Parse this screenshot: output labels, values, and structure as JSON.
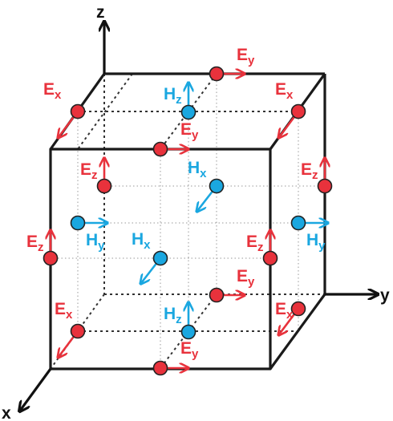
{
  "axes": {
    "x": "x",
    "y": "y",
    "z": "z"
  },
  "colors": {
    "e_field": "#e8323c",
    "h_field": "#1aa7e0",
    "edge": "#1a1a1a",
    "hidden": "#333333",
    "grid": "#9a9a9a"
  },
  "e_nodes": [
    {
      "id": "ex-top-back",
      "base": "E",
      "sub": "x"
    },
    {
      "id": "ey-top-back",
      "base": "E",
      "sub": "y"
    },
    {
      "id": "ex-top-right",
      "base": "E",
      "sub": "x"
    },
    {
      "id": "ey-top-front",
      "base": "E",
      "sub": "y"
    },
    {
      "id": "ez-left-back",
      "base": "E",
      "sub": "z"
    },
    {
      "id": "ez-right-back",
      "base": "E",
      "sub": "z"
    },
    {
      "id": "ez-left-front",
      "base": "E",
      "sub": "z"
    },
    {
      "id": "ez-right-front",
      "base": "E",
      "sub": "z"
    },
    {
      "id": "ey-bottom-back",
      "base": "E",
      "sub": "y"
    },
    {
      "id": "ex-bottom-back",
      "base": "E",
      "sub": "x"
    },
    {
      "id": "ex-bottom-right",
      "base": "E",
      "sub": "x"
    },
    {
      "id": "ey-bottom-front",
      "base": "E",
      "sub": "y"
    }
  ],
  "h_nodes": [
    {
      "id": "hz-top",
      "base": "H",
      "sub": "z"
    },
    {
      "id": "hx-back",
      "base": "H",
      "sub": "x"
    },
    {
      "id": "hy-left",
      "base": "H",
      "sub": "y"
    },
    {
      "id": "hy-right",
      "base": "H",
      "sub": "y"
    },
    {
      "id": "hx-front",
      "base": "H",
      "sub": "x"
    },
    {
      "id": "hz-bottom",
      "base": "H",
      "sub": "z"
    }
  ]
}
